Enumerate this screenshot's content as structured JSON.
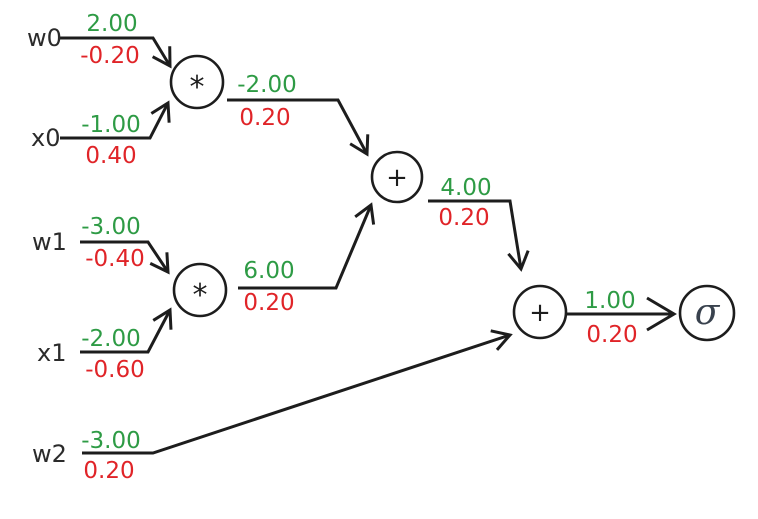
{
  "colors": {
    "forward": "#2e9b45",
    "gradient": "#e02428",
    "line": "#1d1d1d",
    "label": "#2b2b2b"
  },
  "inputs": [
    {
      "name": "w0",
      "forward": "2.00",
      "grad": "-0.20"
    },
    {
      "name": "x0",
      "forward": "-1.00",
      "grad": "0.40"
    },
    {
      "name": "w1",
      "forward": "-3.00",
      "grad": "-0.40"
    },
    {
      "name": "x1",
      "forward": "-2.00",
      "grad": "-0.60"
    },
    {
      "name": "w2",
      "forward": "-3.00",
      "grad": "0.20"
    }
  ],
  "nodes": [
    {
      "id": "multiply-1",
      "op": "*"
    },
    {
      "id": "multiply-2",
      "op": "*"
    },
    {
      "id": "add-1",
      "op": "+"
    },
    {
      "id": "add-2",
      "op": "+"
    },
    {
      "id": "sigmoid",
      "op": "σ"
    }
  ],
  "edges": [
    {
      "id": "multiply-1-out",
      "forward": "-2.00",
      "grad": "0.20"
    },
    {
      "id": "multiply-2-out",
      "forward": "6.00",
      "grad": "0.20"
    },
    {
      "id": "add-1-out",
      "forward": "4.00",
      "grad": "0.20"
    },
    {
      "id": "add-2-out",
      "forward": "1.00",
      "grad": "0.20"
    }
  ]
}
